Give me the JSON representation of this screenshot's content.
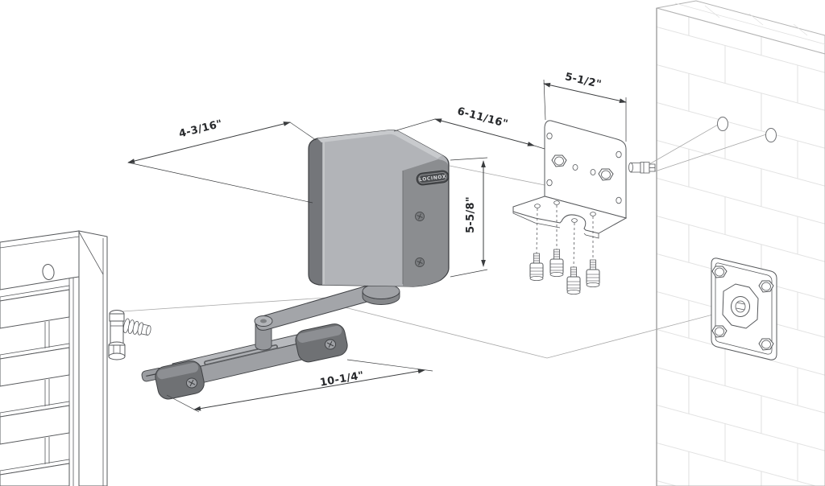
{
  "diagram": {
    "brand": "LOCINOX",
    "dimensions": {
      "closer_depth": "4-3/16\"",
      "closer_to_bracket": "6-11/16\"",
      "bracket_width": "5-1/2\"",
      "closer_height": "5-5/8\"",
      "arm_length": "10-1/4\""
    },
    "colors": {
      "closer_body": "#b2b4b8",
      "closer_front_face": "#8b8d90",
      "closer_edge_band": "#74767a",
      "arm_bar": "#9ea0a4",
      "arm_end_caps": "#6f7174",
      "line_work": "#56585b",
      "dimension_lines": "#3a3c3e",
      "brick_mortar": "#e2e2e2",
      "background": "#ffffff"
    }
  }
}
